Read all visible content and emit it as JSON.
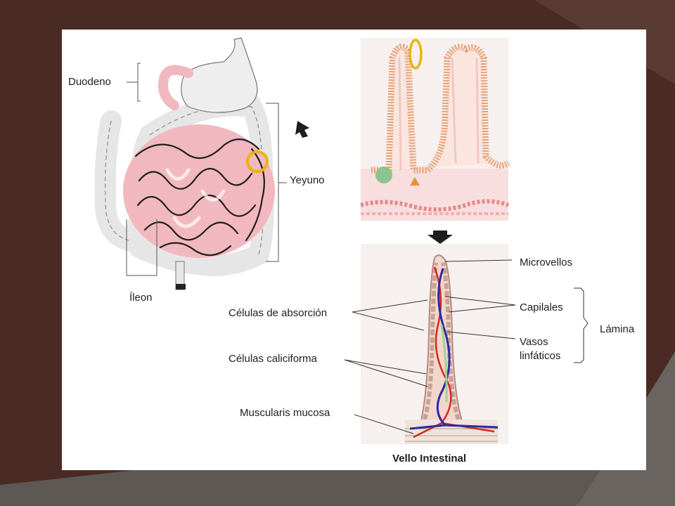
{
  "colors": {
    "slide_background": "#4a2b24",
    "panel": "#ffffff",
    "intestine_pink": "#f2b8c0",
    "colon_gray": "#e6e6e6",
    "villus_orange": "#e8a27a",
    "highlight_ring": "#e9b400",
    "capillary_red": "#d8261f",
    "lymph_blue": "#2b2aa0"
  },
  "labels": {
    "duodeno": "Duodeno",
    "yeyuno": "Yeyuno",
    "ileon": "Íleon",
    "microvellos": "Microvellos",
    "capilales": "Capilales",
    "lamina": "Lámina",
    "vasos": "Vasos",
    "linfaticos": "linfáticos",
    "celulas_absorcion": "Células de absorción",
    "celulas_caliciforma": "Células caliciforma",
    "muscularis_mucosa": "Muscularis mucosa",
    "vello_intestinal": "Vello Intestinal"
  }
}
